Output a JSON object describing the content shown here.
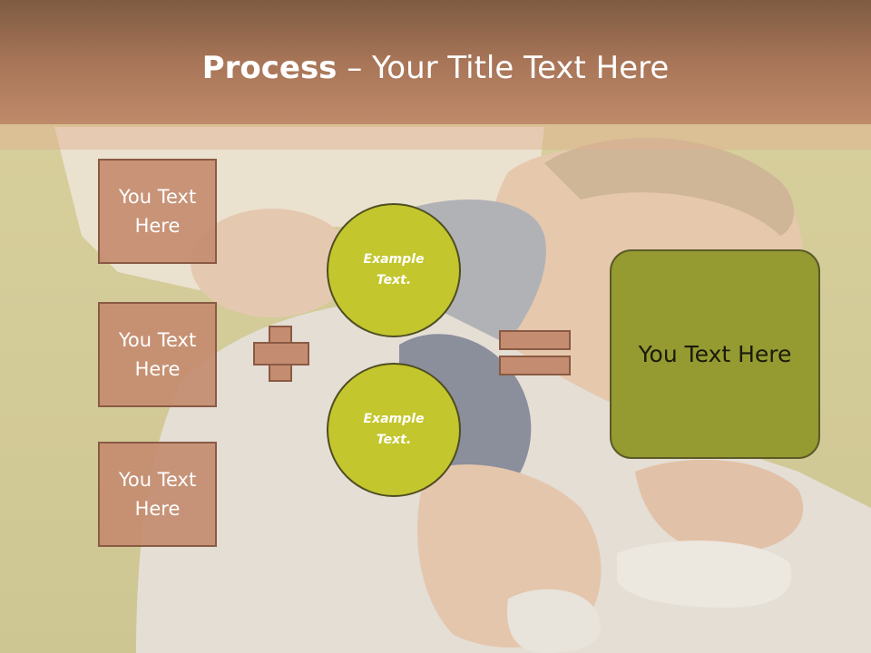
{
  "title": {
    "bold": "Process",
    "rest": " – Your Title Text Here"
  },
  "boxes": [
    {
      "label": "You Text Here"
    },
    {
      "label": "You Text Here"
    },
    {
      "label": "You Text Here"
    }
  ],
  "circles": [
    {
      "label": "Example Text."
    },
    {
      "label": "Example Text."
    }
  ],
  "result": {
    "label": "You Text Here"
  },
  "colors": {
    "header": "#a87558",
    "box": "#c48c70",
    "circle": "#c3c62d",
    "result": "#959a31"
  }
}
